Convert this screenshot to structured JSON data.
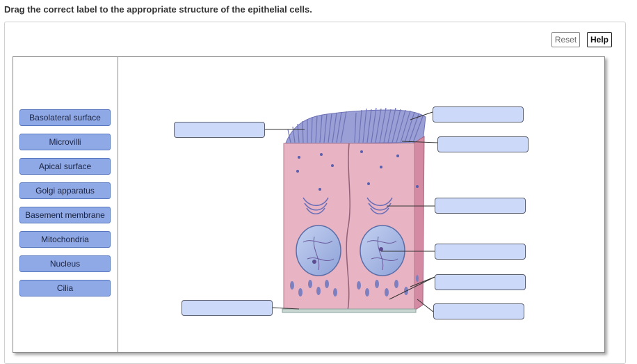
{
  "instruction": "Drag the correct label to the appropriate structure of the epithelial cells.",
  "toolbar": {
    "reset_label": "Reset",
    "help_label": "Help"
  },
  "labels": [
    "Basolateral surface",
    "Microvilli",
    "Apical surface",
    "Golgi apparatus",
    "Basement membrane",
    "Mitochondria",
    "Nucleus",
    "Cilia"
  ],
  "colors": {
    "chip_fill": "#8fa9e6",
    "target_fill": "#ccd9f8",
    "cell_pink": "#e8b4c3",
    "cell_side": "#d48aa2",
    "microvilli": "#7f84c7",
    "nucleus": "#a6b6e2"
  }
}
